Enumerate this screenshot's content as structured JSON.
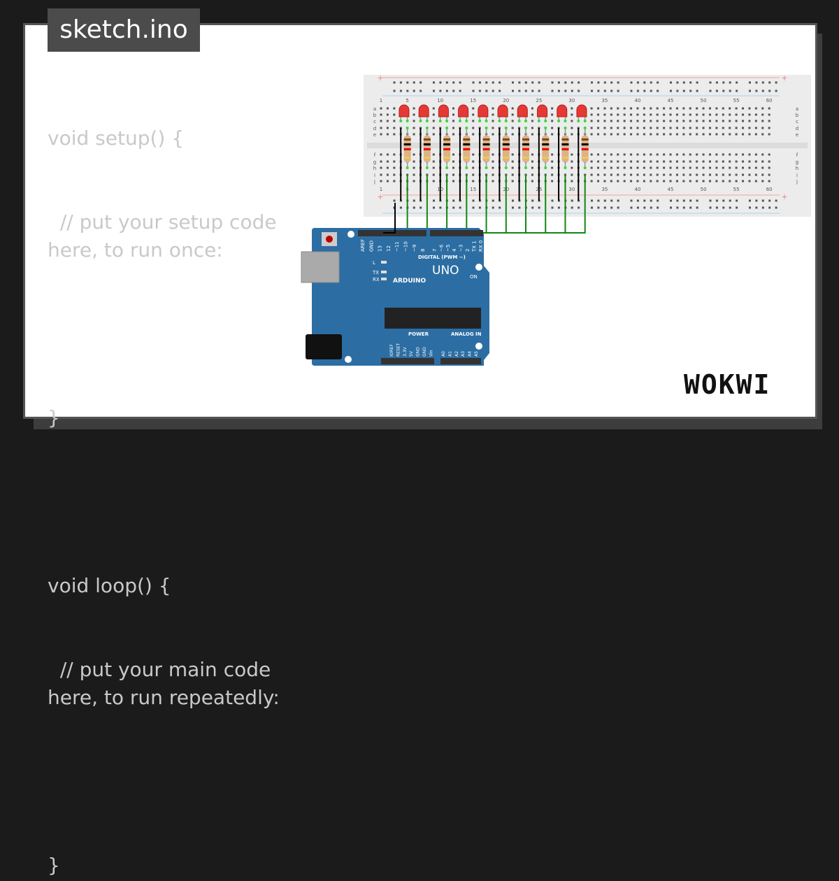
{
  "title": "sketch.ino",
  "code_lines": [
    "void setup() {",
    "  // put your setup code here, to run once:",
    "",
    "}",
    "",
    "void loop() {",
    "  // put your main code here, to run repeatedly:",
    "",
    "}"
  ],
  "logo": "WOKWI",
  "breadboard": {
    "column_numbers": [
      "1",
      "5",
      "10",
      "15",
      "20",
      "25",
      "30",
      "35",
      "40",
      "45",
      "50",
      "55",
      "60"
    ],
    "row_letters_top": [
      "a",
      "b",
      "c",
      "d",
      "e"
    ],
    "row_letters_bottom": [
      "f",
      "g",
      "h",
      "i",
      "j"
    ],
    "rail_plus": "+",
    "rail_minus": "-"
  },
  "leds": {
    "count": 10,
    "color": "#e53935"
  },
  "arduino": {
    "model": "UNO",
    "brand": "ARDUINO",
    "digital_label": "DIGITAL (PWM ~)",
    "digital_pins": [
      "AREF",
      "GND",
      "13",
      "12",
      "~11",
      "~10",
      "~9",
      "8",
      "7",
      "~6",
      "~5",
      "4",
      "~3",
      "2",
      "TX 1",
      "RX 0"
    ],
    "status_leds": [
      "L",
      "TX",
      "RX"
    ],
    "on_label": "ON",
    "power_label": "POWER",
    "power_pins": [
      "IOREF",
      "RESET",
      "3.3V",
      "5V",
      "GND",
      "GND",
      "Vin"
    ],
    "analog_label": "ANALOG IN",
    "analog_pins": [
      "A0",
      "A1",
      "A2",
      "A3",
      "A4",
      "A5"
    ],
    "board_color": "#2c6ea3"
  },
  "wire_colors": {
    "ground": "#000000",
    "signal": "#118811"
  }
}
